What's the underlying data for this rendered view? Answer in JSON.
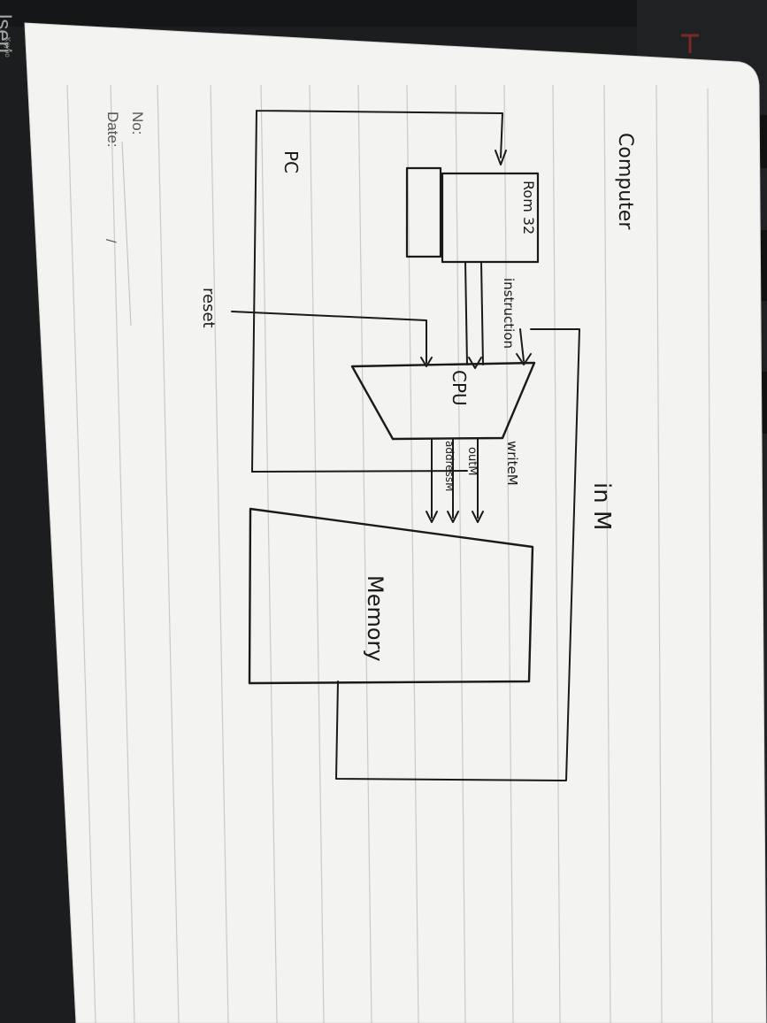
{
  "background": {
    "keyboard_text_large": "lseri",
    "keyboard_text_small": "Keybo"
  },
  "notebook": {
    "no_label": "No:",
    "date_label": "Date:",
    "date_separator": "/",
    "paper_color": "#f3f3f1",
    "line_color": "#c9c9c9"
  },
  "diagram": {
    "title": "Computer",
    "labels": {
      "rom": "Rom 32",
      "instruction": "instruction",
      "pc": "PC",
      "reset": "reset",
      "cpu": "CPU",
      "in_m": "in M",
      "write_m": "writeM",
      "out_m": "outM",
      "address_m": "addressM",
      "memory": "Memory"
    },
    "ink_color": "#1a1a1a"
  }
}
